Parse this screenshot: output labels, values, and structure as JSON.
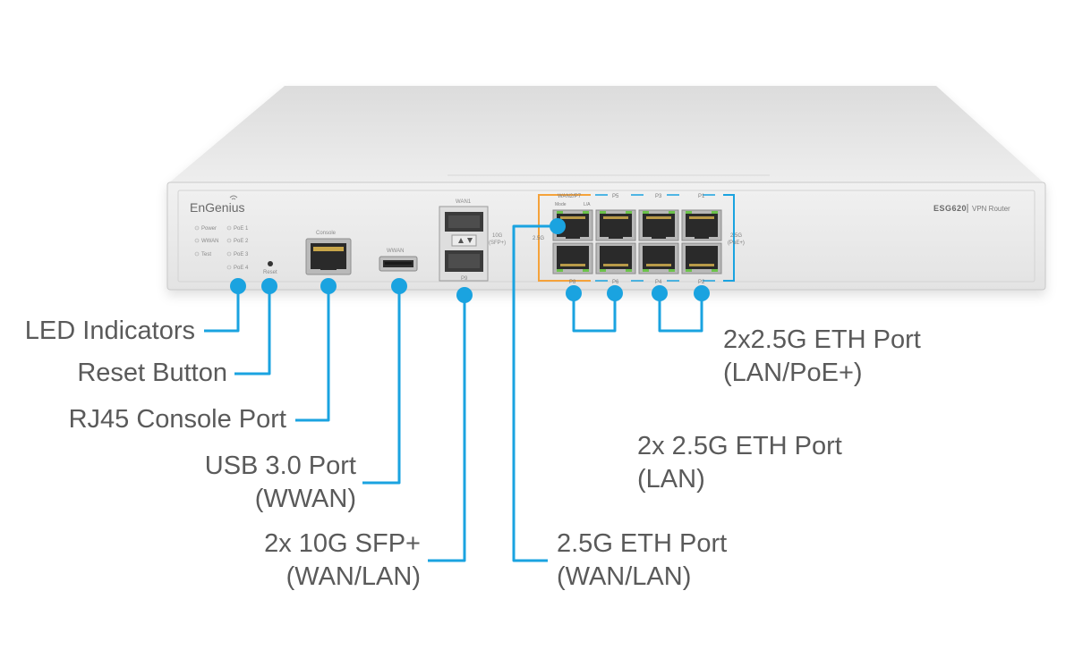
{
  "device": {
    "brand": "EnGenius",
    "model": "ESG620",
    "model_subtitle": "VPN Router",
    "led_labels": {
      "power": "Power",
      "wwan": "WWAN",
      "test": "Test",
      "poe1": "PoE 1",
      "poe2": "PoE 2",
      "poe3": "PoE 3",
      "poe4": "PoE 4"
    },
    "reset_label": "Reset",
    "console_label": "Console",
    "wwan_label": "WWAN",
    "sfp_top_label": "WAN1",
    "sfp_bottom_label": "P9",
    "sfp_speed_label": "10G",
    "sfp_type_label": "(SFP+)",
    "eth_top_labels": [
      "WAN2/P7",
      "P5",
      "P3",
      "P1"
    ],
    "eth_mode_labels": [
      "Mode",
      "L/A"
    ],
    "eth_bottom_labels": [
      "P8",
      "P6",
      "P4",
      "P2"
    ],
    "eth_left_speed": "2.5G",
    "eth_right_speed": "2.5G",
    "eth_right_poe": "(PoE+)"
  },
  "callouts": {
    "led": "LED Indicators",
    "reset": "Reset Button",
    "console": "RJ45 Console Port",
    "usb_line1": "USB 3.0 Port",
    "usb_line2": "(WWAN)",
    "sfp_line1": "2x 10G SFP+",
    "sfp_line2": "(WAN/LAN)",
    "eth_wan_line1": "2.5G ETH Port",
    "eth_wan_line2": "(WAN/LAN)",
    "eth_lan_line1": "2x 2.5G ETH Port",
    "eth_lan_line2": "(LAN)",
    "eth_poe_line1": "2x2.5G ETH Port",
    "eth_poe_line2": "(LAN/PoE+)"
  },
  "colors": {
    "callout_blue": "#1aa3e0",
    "orange_frame": "#f5a23a",
    "led_green": "#6cc24a"
  }
}
